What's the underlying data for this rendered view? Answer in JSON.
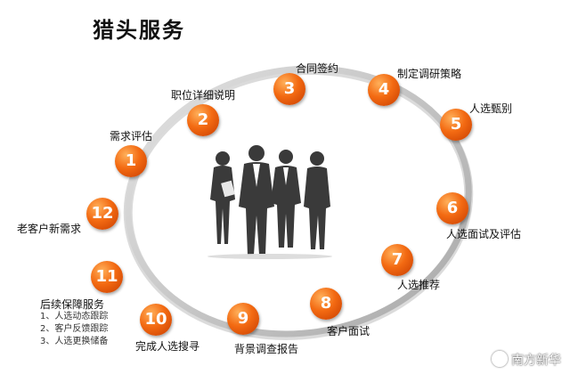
{
  "title": "猎头服务",
  "steps": [
    {
      "num": "1",
      "label": "需求评估"
    },
    {
      "num": "2",
      "label": "职位详细说明"
    },
    {
      "num": "3",
      "label": "合同签约"
    },
    {
      "num": "4",
      "label": "制定调研策略"
    },
    {
      "num": "5",
      "label": "人选甄别"
    },
    {
      "num": "6",
      "label": "人选面试及评估"
    },
    {
      "num": "7",
      "label": "人选推荐"
    },
    {
      "num": "8",
      "label": "客户面试"
    },
    {
      "num": "9",
      "label": "背景调查报告"
    },
    {
      "num": "10",
      "label": "完成人选搜寻"
    },
    {
      "num": "11",
      "label": "后续保障服务",
      "subitems": [
        "1、人选动态跟踪",
        "2、客户反馈跟踪",
        "3、人选更换储备"
      ]
    },
    {
      "num": "12",
      "label": "老客户新需求"
    }
  ],
  "watermark": "南方新华",
  "colors": {
    "badge": "#f36a12",
    "ring": "#c8c8c8",
    "silhouette": "#3a3a3a"
  }
}
